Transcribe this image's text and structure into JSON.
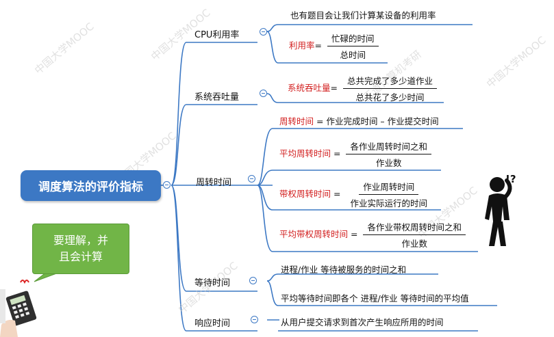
{
  "root": {
    "label": "调度算法的评价指标"
  },
  "categories": {
    "cpu": "CPU利用率",
    "throughput": "系统吞吐量",
    "turnaround": "周转时间",
    "waiting": "等待时间",
    "response": "响应时间"
  },
  "leaves": {
    "cpu_note": "也有题目会让我们计算某设备的利用率",
    "cpu_formula": {
      "label": "利用率",
      "op": "=",
      "num": "忙碌的时间",
      "den": "总时间"
    },
    "throughput_formula": {
      "label": "系统吞吐量",
      "op": "=",
      "num": "总共完成了多少道作业",
      "den": "总共花了多少时间"
    },
    "turnaround_def": {
      "label": "周转时间",
      "rest": "= 作业完成时间 – 作业提交时间"
    },
    "avg_turnaround": {
      "label": "平均周转时间",
      "op": "=",
      "num": "各作业周转时间之和",
      "den": "作业数"
    },
    "weighted_turnaround": {
      "label": "带权周转时间",
      "op": "=",
      "num": "作业周转时间",
      "den": "作业实际运行的时间"
    },
    "avg_weighted_turnaround": {
      "label": "平均带权周转时间",
      "op": "=",
      "num": "各作业带权周转时间之和",
      "den": "作业数"
    },
    "waiting_def": "进程/作业 等待被服务的时间之和",
    "avg_waiting": "平均等待时间即各个 进程/作业 等待时间的平均值",
    "response_def": "从用户提交请求到首次产生响应所用的时间"
  },
  "callout": {
    "line1": "要理解，并",
    "line2": "且会计算"
  },
  "figure": {
    "mark": "!?"
  },
  "watermarks": [
    "中国大学MOOC",
    "王道计算机考研"
  ],
  "colors": {
    "accent": "#3c78c4",
    "red": "#d21e1e",
    "callout": "#71b547"
  }
}
